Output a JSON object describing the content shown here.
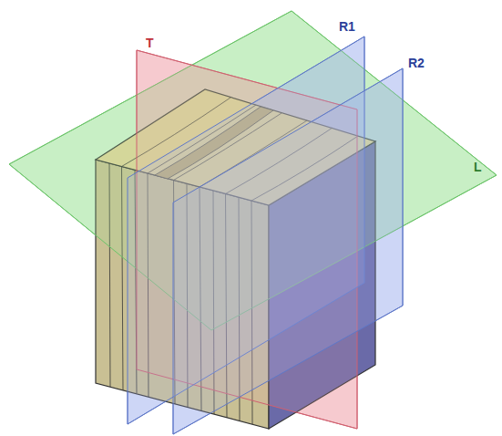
{
  "diagram": {
    "labels": [
      "T",
      "R1",
      "R2",
      "L"
    ]
  }
}
